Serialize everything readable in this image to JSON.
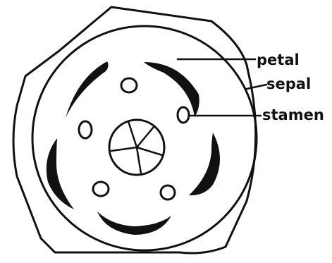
{
  "diagram": {
    "labels": {
      "petal": "petal",
      "sepal": "sepal",
      "stamen": "stamen"
    },
    "ink_color": "#111111"
  }
}
